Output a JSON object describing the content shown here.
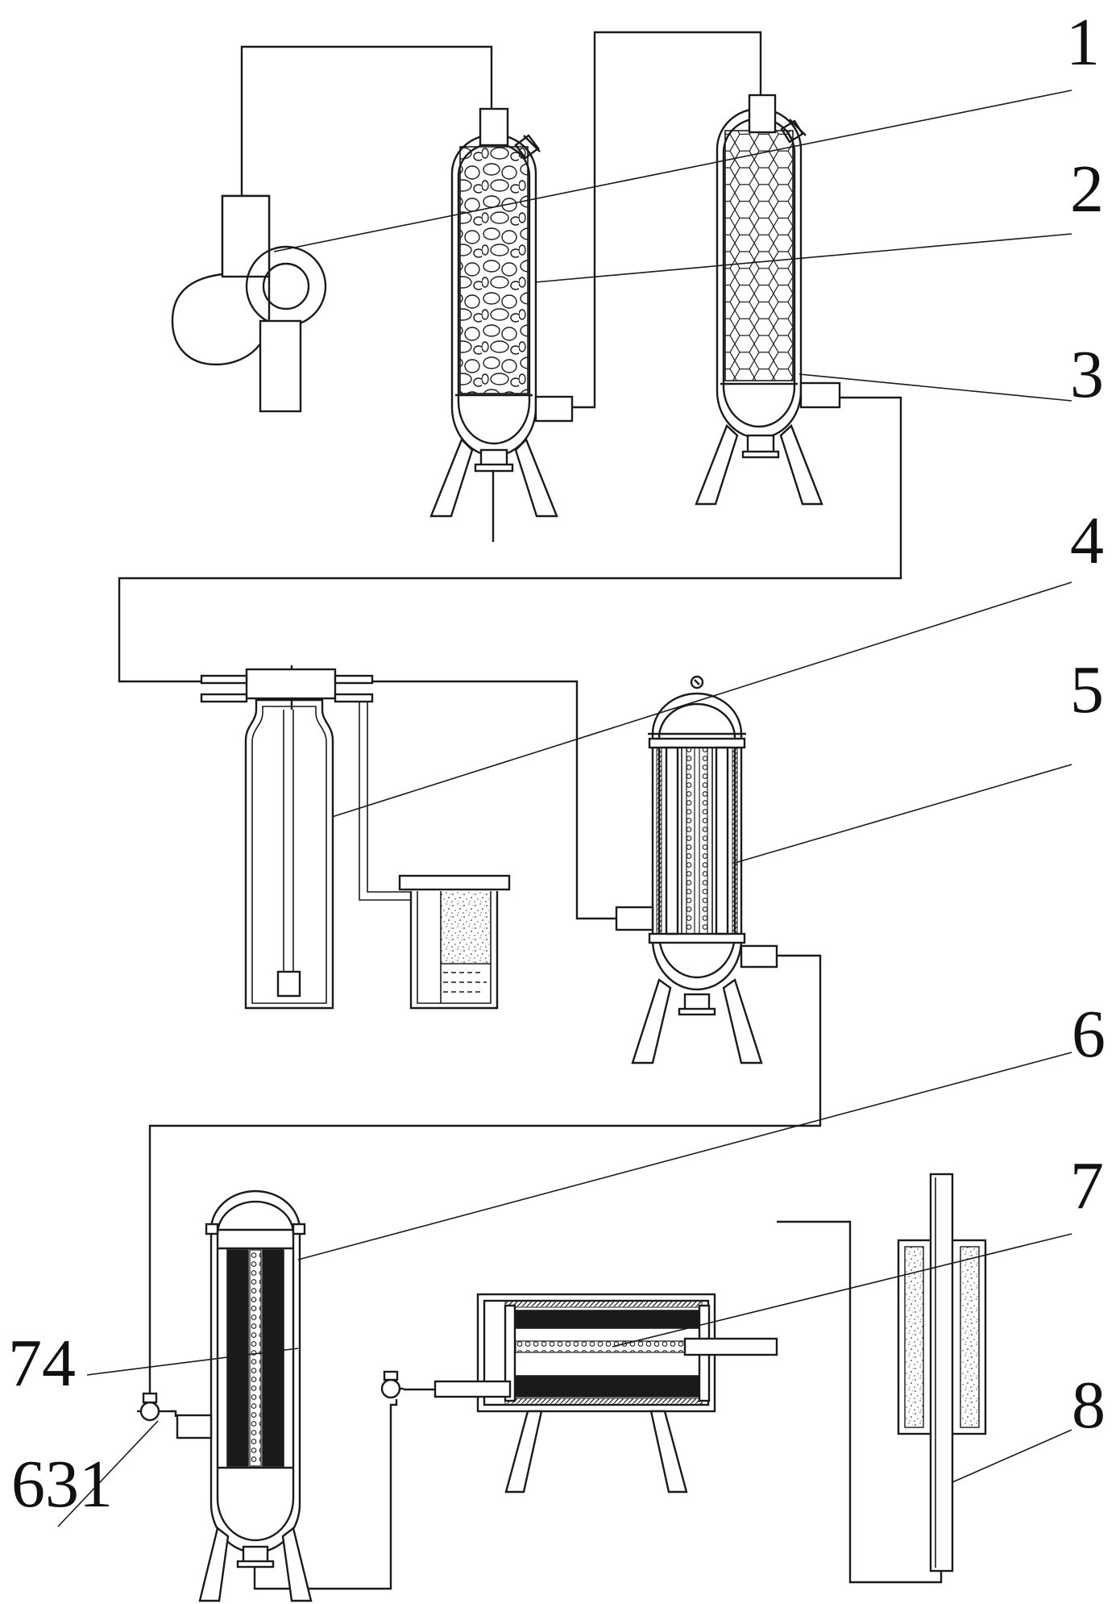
{
  "labels": {
    "l1": "1",
    "l2": "2",
    "l3": "3",
    "l4": "4",
    "l5": "5",
    "l6": "6",
    "l7": "7",
    "l8": "8",
    "l74": "74",
    "l631": "631"
  },
  "colors": {
    "line": "#1a1a1a",
    "background": "#ffffff"
  }
}
